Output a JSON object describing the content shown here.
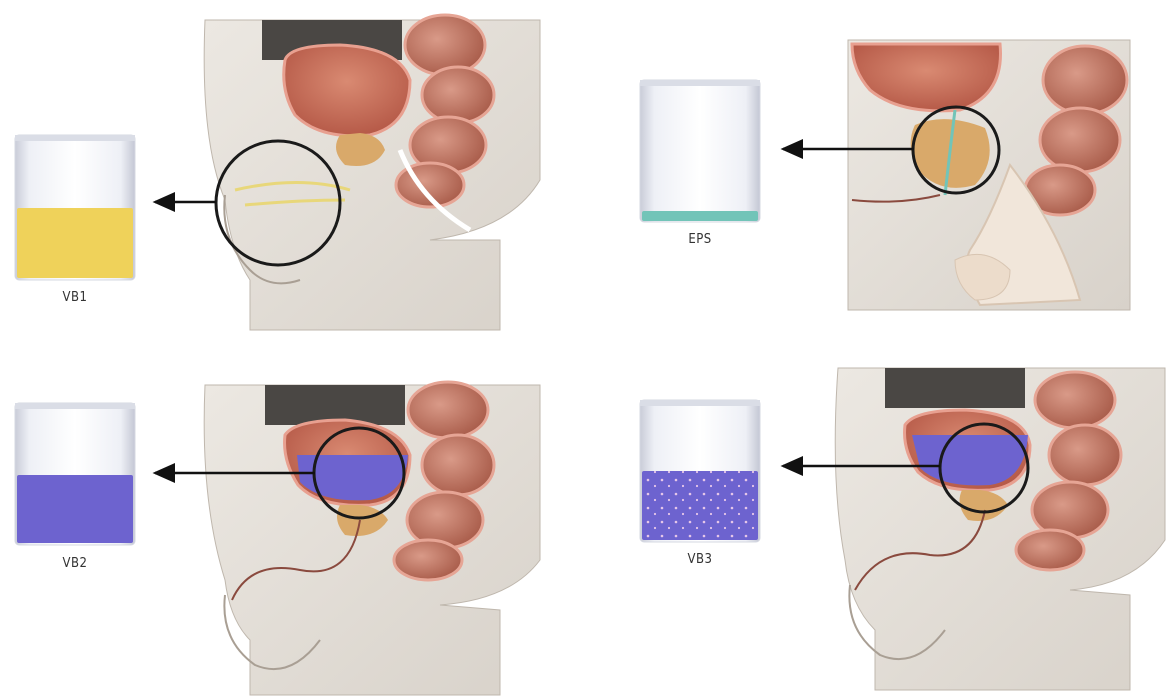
{
  "panels": [
    {
      "id": "vb1",
      "label": "VB1",
      "fluid": "urine-clear",
      "color": "#efd25a"
    },
    {
      "id": "eps",
      "label": "EPS",
      "fluid": "prostatic-secretion",
      "color": "#72c4b8"
    },
    {
      "id": "vb2",
      "label": "VB2",
      "fluid": "urine-bladder",
      "color": "#6d63cf"
    },
    {
      "id": "vb3",
      "label": "VB3",
      "fluid": "urine-after-massage",
      "color": "#6d63cf"
    }
  ]
}
